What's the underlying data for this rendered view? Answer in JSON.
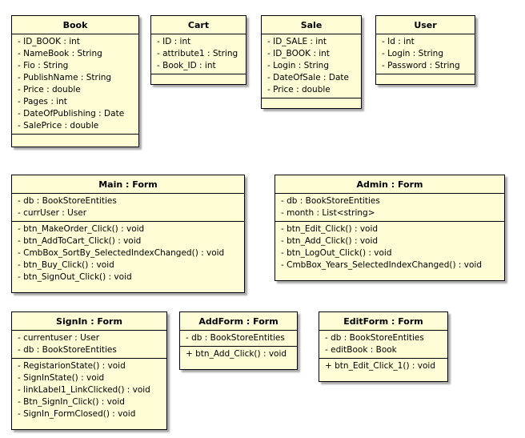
{
  "classes": [
    {
      "id": "book",
      "name": "Book",
      "attributes": [
        "- ID_BOOK : int",
        "- NameBook : String",
        "- Fio : String",
        "- PublishName : String",
        "- Price : double",
        "- Pages : int",
        "- DateOfPublishing : Date",
        "- SalePrice : double"
      ],
      "operations": []
    },
    {
      "id": "cart",
      "name": "Cart",
      "attributes": [
        "- ID : int",
        "- attribute1 : String",
        "- Book_ID : int"
      ],
      "operations": []
    },
    {
      "id": "sale",
      "name": "Sale",
      "attributes": [
        "- ID_SALE : int",
        "- ID_BOOK : int",
        "- Login : String",
        "- DateOfSale : Date",
        "- Price : double"
      ],
      "operations": []
    },
    {
      "id": "user",
      "name": "User",
      "attributes": [
        "- Id : int",
        "- Login : String",
        "- Password : String"
      ],
      "operations": []
    },
    {
      "id": "main-form",
      "name": "Main : Form",
      "attributes": [
        "- db : BookStoreEntities",
        "- currUser : User"
      ],
      "operations": [
        "- btn_MakeOrder_Click() : void",
        "- btn_AddToCart_Click() : void",
        "- CmbBox_SortBy_SelectedIndexChanged() : void",
        "- btn_Buy_Click() : void",
        "- btn_SignOut_Click() : void"
      ]
    },
    {
      "id": "admin-form",
      "name": "Admin : Form",
      "attributes": [
        "- db : BookStoreEntities",
        "- month : List<string>"
      ],
      "operations": [
        "- btn_Edit_Click() : void",
        "- btn_Add_Click() : void",
        "- btn_LogOut_Click() : void",
        "- CmbBox_Years_SelectedIndexChanged() : void"
      ]
    },
    {
      "id": "signin-form",
      "name": "SignIn : Form",
      "attributes": [
        "- currentuser : User",
        "- db : BookStoreEntities"
      ],
      "operations": [
        "- RegistarionState() : void",
        "- SignInState() : void",
        "- linkLabel1_LinkClicked() : void",
        "- Btn_SignIn_Click() : void",
        "- SignIn_FormClosed() : void"
      ]
    },
    {
      "id": "addform-form",
      "name": "AddForm : Form",
      "attributes": [
        "- db : BookStoreEntities"
      ],
      "operations": [
        "+ btn_Add_Click() : void"
      ]
    },
    {
      "id": "editform-form",
      "name": "EditForm : Form",
      "attributes": [
        "- db : BookStoreEntities",
        "- editBook : Book"
      ],
      "operations": [
        "+ btn_Edit_Click_1() : void"
      ]
    }
  ]
}
